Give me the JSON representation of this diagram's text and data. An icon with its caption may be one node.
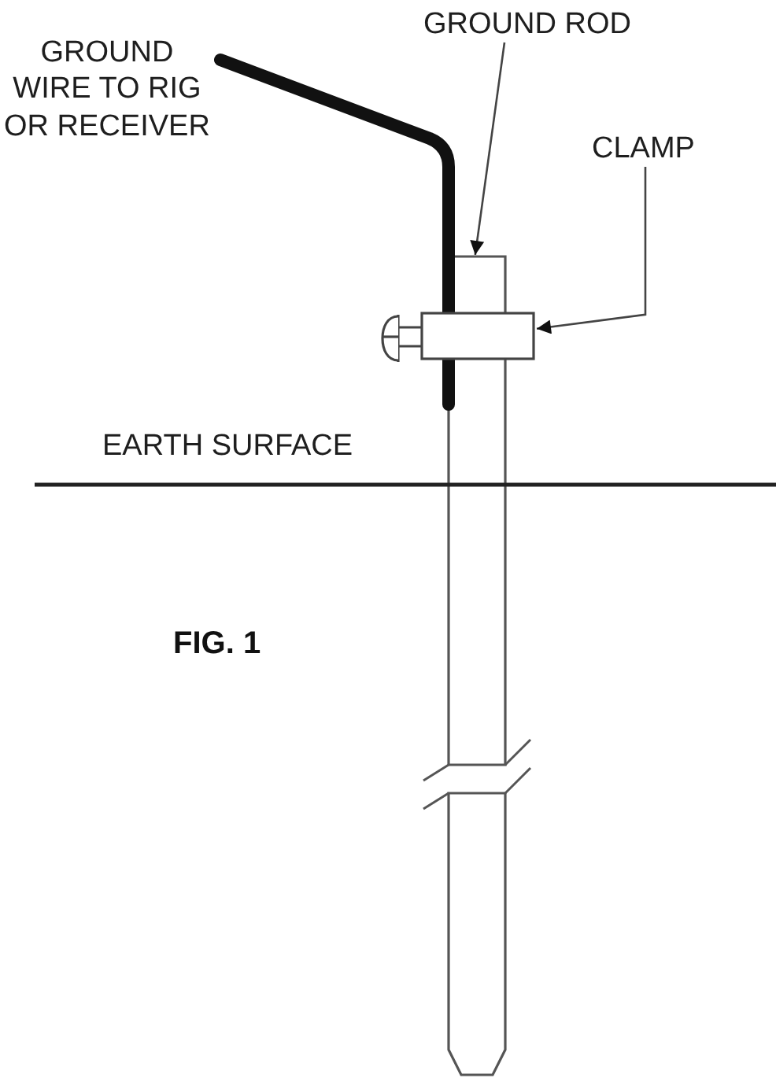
{
  "diagram": {
    "caption": "FIG. 1",
    "nodes": [
      {
        "text": [
          "GROUND ROD"
        ]
      },
      {
        "text": [],
        "shape": "bar"
      },
      {
        "text": [
          "CLAMP"
        ]
      },
      {
        "text": [],
        "shape": "box"
      }
    ],
    "edges": [
      {
        "from": 0,
        "to": 1,
        "arrow": "to"
      },
      {
        "from": 2,
        "to": 3,
        "arrow": "to"
      }
    ],
    "labels": [
      "GROUND WIRE TO RIG OR RECEIVER",
      "EARTH SURFACE"
    ]
  }
}
